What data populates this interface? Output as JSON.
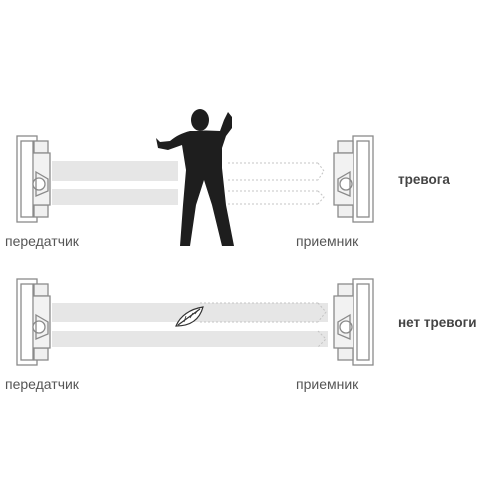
{
  "rows": [
    {
      "transmitter_label": "передатчик",
      "receiver_label": "приемник",
      "status_label": "тревога",
      "obstacle": "person-silhouette",
      "beams_blocked": true
    },
    {
      "transmitter_label": "передатчик",
      "receiver_label": "приемник",
      "status_label": "нет тревоги",
      "obstacle": "leaf",
      "beams_blocked": false
    }
  ],
  "colors": {
    "device_stroke": "#8a8a8a",
    "beam": "#e6e6e6",
    "dotted": "#c4c4c4",
    "figure": "#1e1e1e",
    "text": "#555555"
  }
}
